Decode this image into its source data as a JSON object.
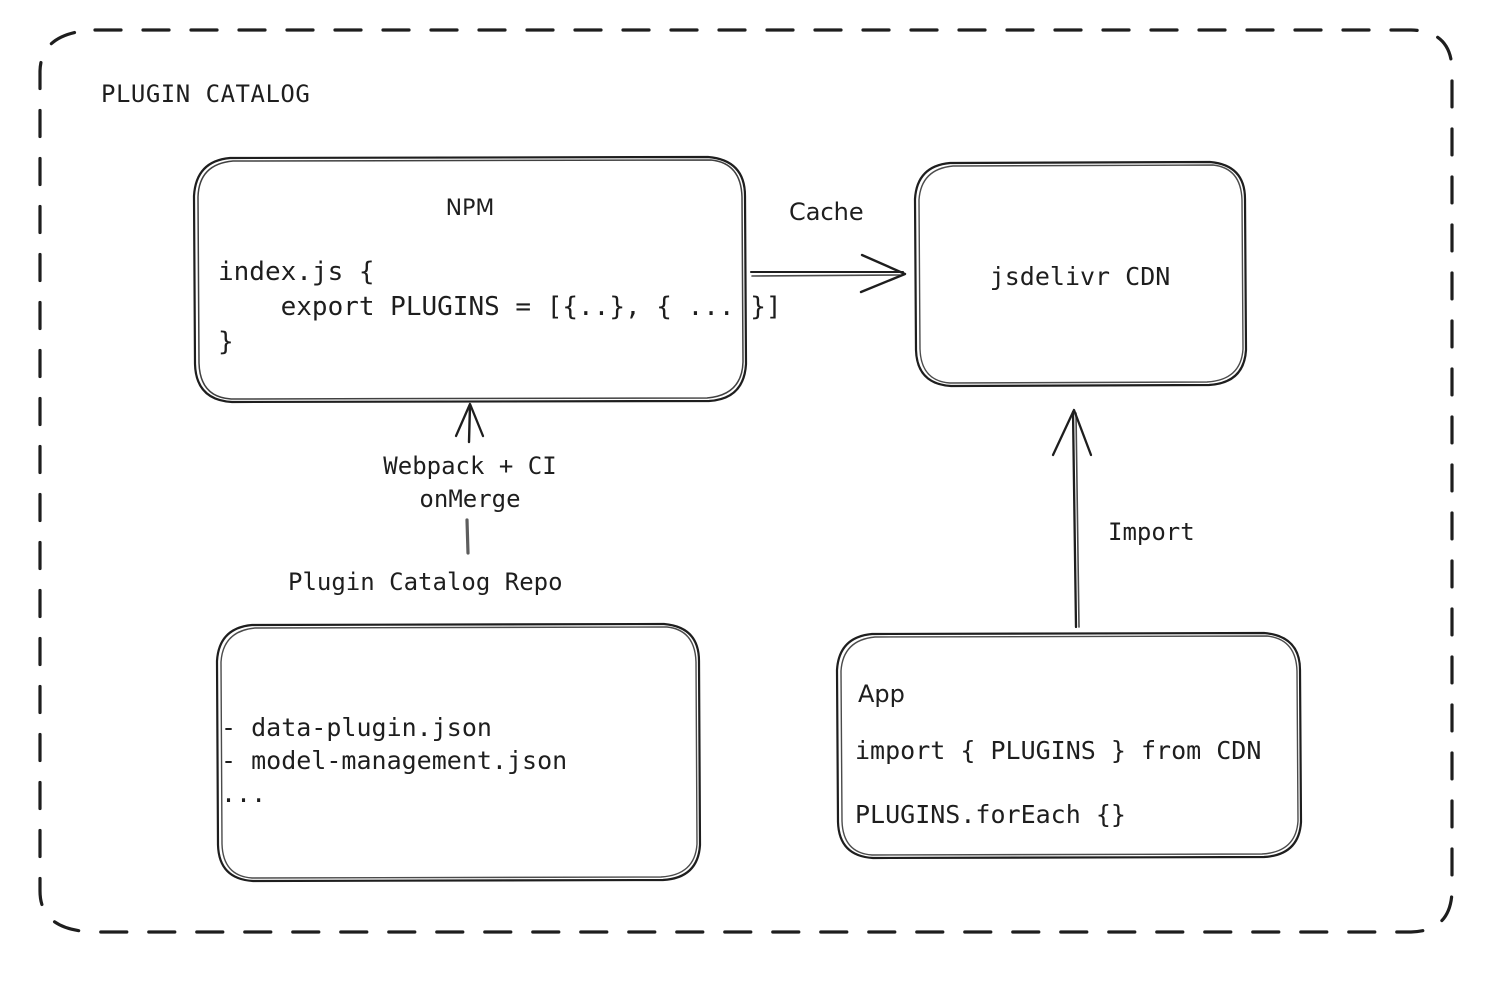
{
  "diagram": {
    "title": "PLUGIN CATALOG",
    "background": "#ffffff",
    "stroke_color": "#1e1e1e",
    "style": "hand-drawn-sketch",
    "nodes": {
      "npm": {
        "title": "NPM",
        "code": "index.js {\n    export PLUGINS = [{..}, { ... }]\n}"
      },
      "cdn": {
        "title": "jsdelivr CDN"
      },
      "repo": {
        "caption": "Plugin Catalog Repo",
        "items": "- data-plugin.json\n- model-management.json\n..."
      },
      "app": {
        "title": "App",
        "code_line_1": "import { PLUGINS } from CDN",
        "code_line_2": "PLUGINS.forEach {}"
      }
    },
    "edges": {
      "npm_to_cdn": "Cache",
      "repo_to_npm": "Webpack + CI\nonMerge",
      "app_to_cdn": "Import"
    }
  }
}
